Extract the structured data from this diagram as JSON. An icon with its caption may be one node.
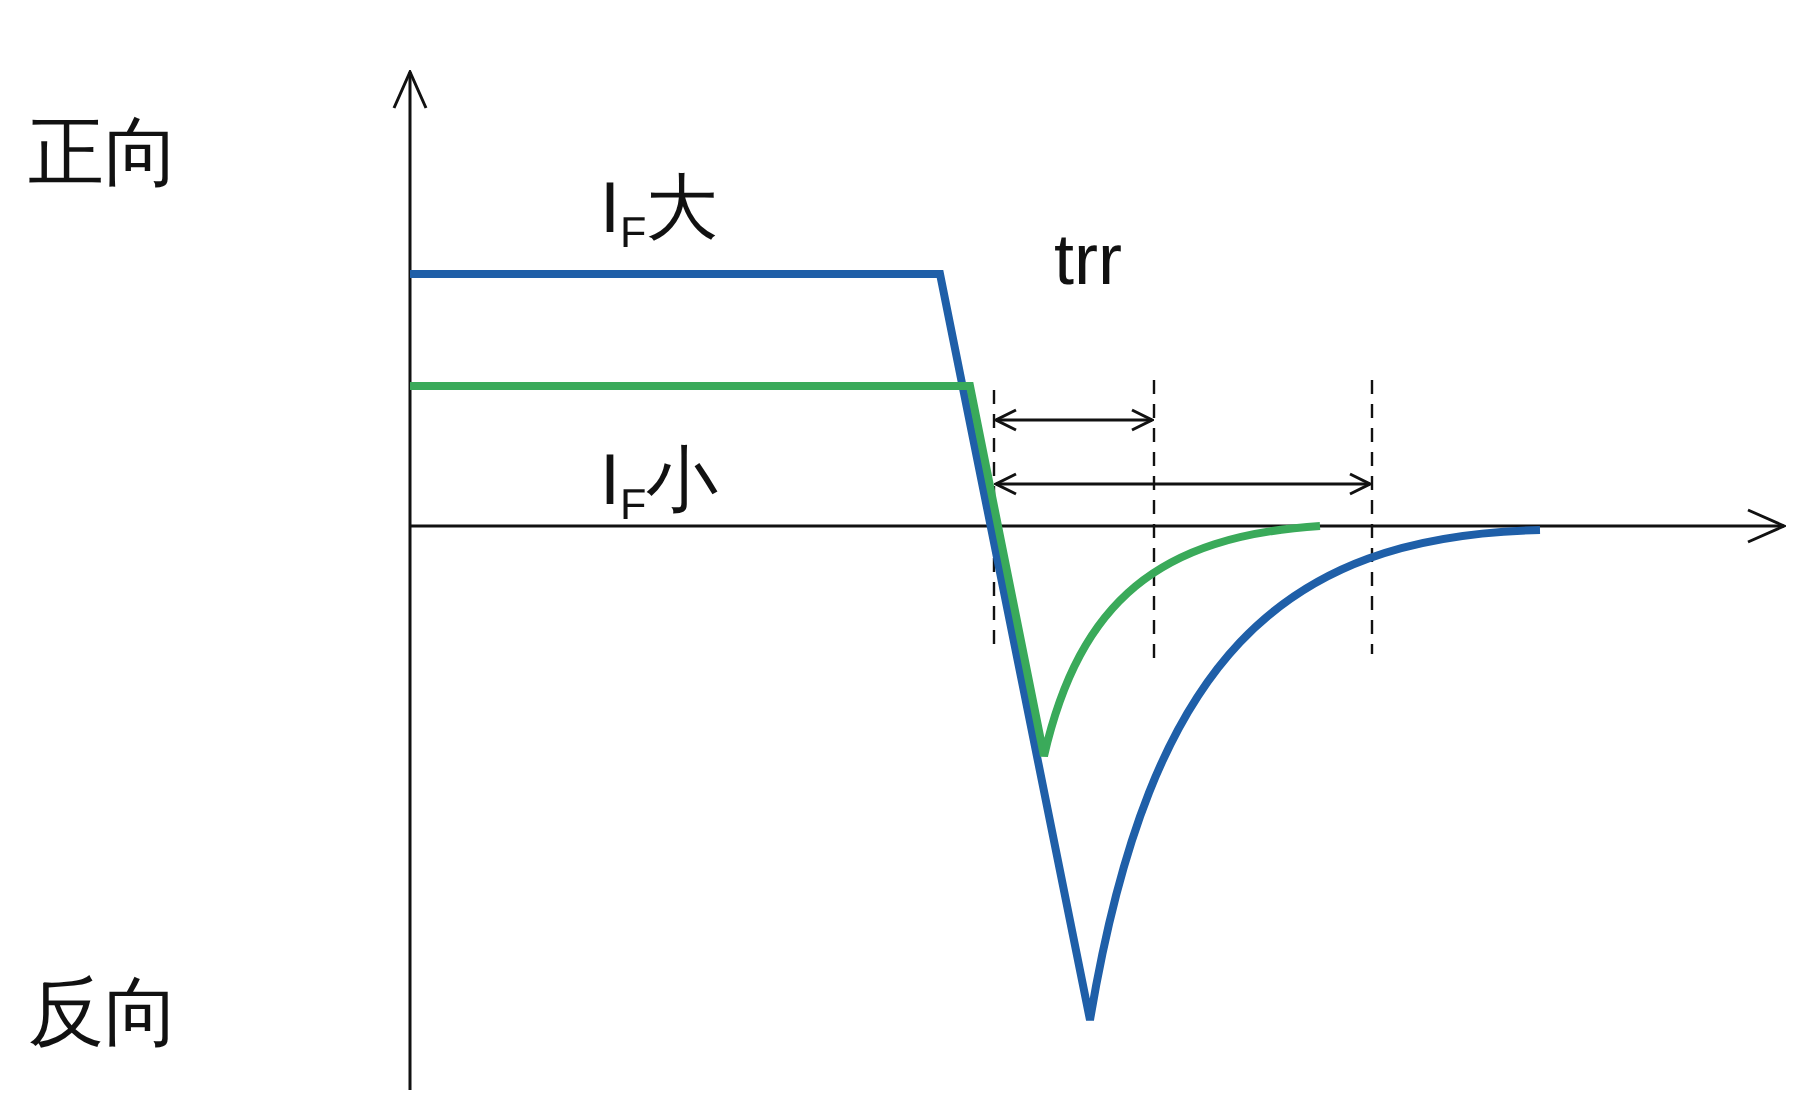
{
  "diagram": {
    "labels": [
      "正向",
      "I$_{F}$大",
      "trr",
      "I$_{F}$小",
      "反向"
    ]
  }
}
